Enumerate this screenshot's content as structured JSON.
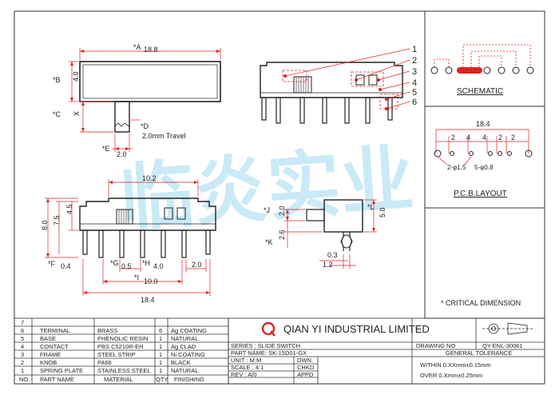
{
  "dimensions": {
    "a": "*A",
    "a_val": "18.8",
    "b": "*B",
    "b_val": "4.0",
    "c": "*C",
    "c_val": "X",
    "d": "*D",
    "d_val": "2.0mm Travel",
    "e": "*E",
    "e_val": "2.0",
    "top_width": "10.2",
    "h8": "8.0",
    "h75": "7.5",
    "h45": "4.5",
    "f": "*F",
    "f_val": "0.4",
    "g": "*G",
    "g_val": "0.5",
    "h": "*H",
    "h_val": "4.0",
    "i": "*I",
    "i_val": "10.0",
    "side_right": "2.0",
    "total": "18.4",
    "j": "*J",
    "j_val": "2.0",
    "k": "*K",
    "k_val": "2.6",
    "l": "*L",
    "l_val": "5.0",
    "s03": "0.3",
    "s12": "1.2"
  },
  "callouts": [
    "1",
    "2",
    "3",
    "4",
    "5",
    "6"
  ],
  "schematic": {
    "title": "SCHEMATIC"
  },
  "pcb": {
    "title": "P.C.B.LAYOUT",
    "total": "18.4",
    "spacings": [
      "2",
      "4",
      "4",
      "2",
      "2"
    ],
    "hole_small": "2-φ1.5",
    "hole_large": "5-φ0.8"
  },
  "critical_note": "* CRITICAL  DIMENSION",
  "watermark": "临炎实业",
  "bom": [
    {
      "no": "7",
      "part": "",
      "material": "",
      "qty": "",
      "finish": ""
    },
    {
      "no": "6",
      "part": "TERMINAL",
      "material": "BRASS",
      "qty": "6",
      "finish": "Ag COATING"
    },
    {
      "no": "5",
      "part": "BASE",
      "material": "PHENOLIC RESIN",
      "qty": "1",
      "finish": "NATURAL"
    },
    {
      "no": "4",
      "part": "CONTACT",
      "material": "PBS C5210R-EH",
      "qty": "1",
      "finish": "Ag CLAD"
    },
    {
      "no": "3",
      "part": "FRAME",
      "material": "STEEL STRIP",
      "qty": "1",
      "finish": "Ni COATING"
    },
    {
      "no": "2",
      "part": "KNOB",
      "material": "PA66",
      "qty": "1",
      "finish": "BLACK"
    },
    {
      "no": "1",
      "part": "SPRING PLATE",
      "material": "STAINLESS STEEL",
      "qty": "1",
      "finish": "NATURAL"
    },
    {
      "no": "NO",
      "part": "PART NAME",
      "material": "MATERIAL",
      "qty": "QTY",
      "finish": "FINISHING"
    }
  ],
  "title_block": {
    "company": "QIAN YI INDUSTRIAL LIMITED",
    "series": "SERIES : SLIDE SWITCH",
    "part_name": "PART NAME: SK-15D01-GX",
    "unit": "UNIT : M.M",
    "scale": "SCALE : 4:1",
    "rev": "REV  : A/0",
    "dwn": "DWN.",
    "chkd": "CHKD",
    "appd": "APPD",
    "drawing_no": "DRAWING NO",
    "drawing_no_val": "QY-ENL-30061",
    "tolerance": "GENERAL TOLERANCE",
    "tol_within": "WITHIN  0.XXmm±0.15mm",
    "tol_over": "OVER   0.Xmm±0.25mm"
  }
}
